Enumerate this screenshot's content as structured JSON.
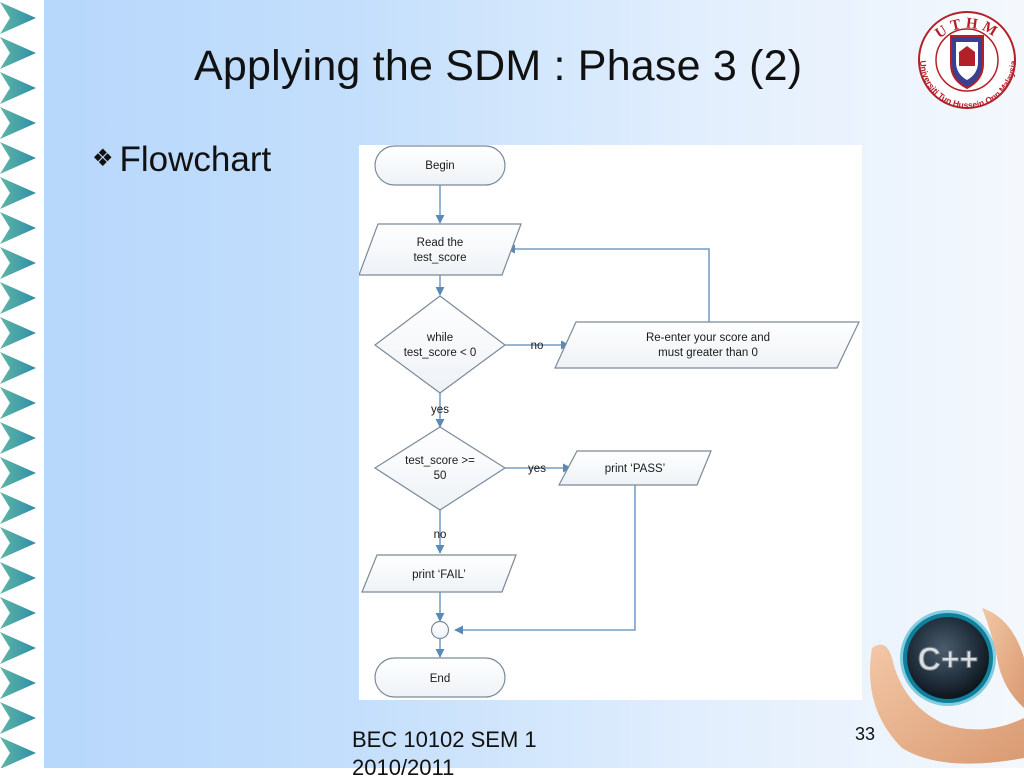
{
  "slide": {
    "title": "Applying the SDM : Phase 3 (2)",
    "bullet_glyph": "❖",
    "bullet_text": "Flowchart",
    "footer_line1": "BEC 10102 SEM 1",
    "footer_line2": "2010/2011",
    "page_number": "33"
  },
  "logo": {
    "text": "UTHM",
    "ring_text": "Universiti Tun Hussein Onn Malaysia",
    "color": "#b3202a"
  },
  "badge": {
    "text": "C++"
  },
  "flowchart": {
    "begin": "Begin",
    "read_line1": "Read the",
    "read_line2": "test_score",
    "while_line1": "while",
    "while_line2": "test_score < 0",
    "no_label_1": "no",
    "reenter_line1": "Re-enter your score and",
    "reenter_line2": "must greater than  0",
    "yes_label_1": "yes",
    "if_line1": "test_score >=",
    "if_line2": "50",
    "yes_label_2": "yes",
    "pass": "print ‘PASS’",
    "no_label_2": "no",
    "fail": "print ‘FAIL’",
    "end": "End"
  },
  "colors": {
    "node_stroke": "#7a8a99",
    "arrow": "#5a89b8",
    "node_fill": "#ffffff"
  }
}
